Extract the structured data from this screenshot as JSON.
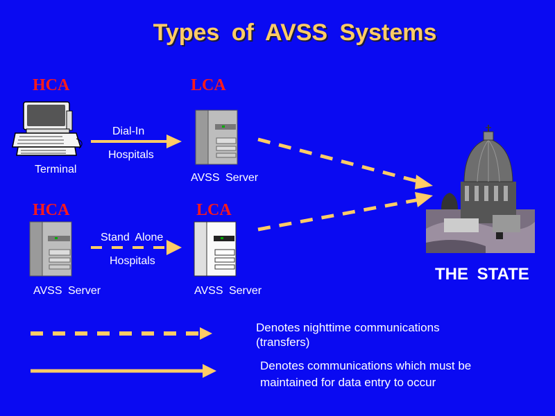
{
  "title": "Types of AVSS Systems",
  "row1": {
    "left_org": "HCA",
    "right_org": "LCA",
    "left_device_label": "Terminal",
    "left_device_icon": "computer-terminal-icon",
    "right_device_label": "AVSS Server",
    "right_device_icon": "server-tower-icon",
    "arrow_label_top": "Dial-In",
    "arrow_label_bottom": "Hospitals",
    "arrow_style": "solid"
  },
  "row2": {
    "left_org": "HCA",
    "right_org": "LCA",
    "left_device_label": "AVSS Server",
    "left_device_icon": "server-tower-icon",
    "right_device_label": "AVSS Server",
    "right_device_icon": "server-tower-icon",
    "arrow_label_top": "Stand Alone",
    "arrow_label_bottom": "Hospitals",
    "arrow_style": "dashed"
  },
  "destination": {
    "label": "THE STATE",
    "icon": "capitol-dome-icon"
  },
  "legend": [
    {
      "style": "dashed",
      "text_line1": "Denotes nighttime communications",
      "text_line2": "(transfers)"
    },
    {
      "style": "solid",
      "text_line1": "Denotes communications which must be",
      "text_line2": "maintained for data entry to occur"
    }
  ],
  "colors": {
    "background": "#0a0af2",
    "title": "#ffcc66",
    "arrow": "#ffcc66",
    "org_label": "#ff1a1a",
    "text": "#ffffff"
  }
}
